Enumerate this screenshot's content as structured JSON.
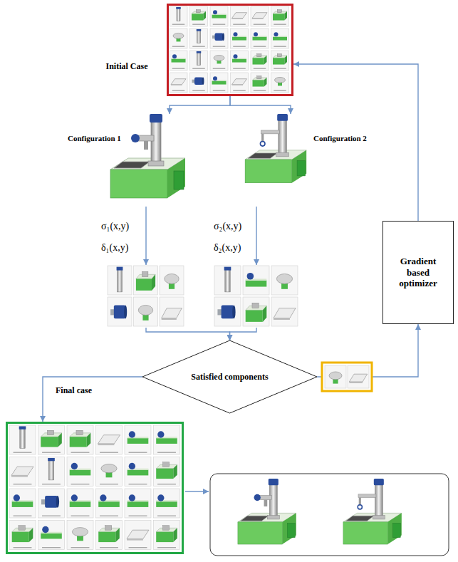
{
  "diagram": {
    "nodes": [
      {
        "text": [
          "Initial Case"
        ]
      },
      {
        "text": [
          "Configuration 1"
        ]
      },
      {
        "text": [
          "Configuration 2"
        ]
      },
      {
        "text": [
          "σ₁(x,y)",
          "δ₁(x,y)"
        ]
      },
      {
        "text": [
          "σ₂(x,y)",
          "δ₂(x,y)"
        ]
      },
      {
        "text": [
          "Satisfied components"
        ]
      },
      {
        "text": [
          "Gradient based optimizer"
        ]
      },
      {
        "text": [
          "Final case"
        ]
      }
    ],
    "edges": [
      {
        "from": 0,
        "to": 1,
        "arrow": "to"
      },
      {
        "from": 0,
        "to": 2,
        "arrow": "to"
      },
      {
        "from": 1,
        "to": 3,
        "arrow": "to"
      },
      {
        "from": 2,
        "to": 4,
        "arrow": "to"
      },
      {
        "from": 3,
        "to": 5,
        "arrow": "to"
      },
      {
        "from": 4,
        "to": 5,
        "arrow": "to"
      },
      {
        "from": 5,
        "to": 6,
        "arrow": "to"
      },
      {
        "from": 6,
        "to": 0,
        "arrow": "to"
      },
      {
        "from": 5,
        "to": 7,
        "arrow": "to"
      }
    ]
  }
}
